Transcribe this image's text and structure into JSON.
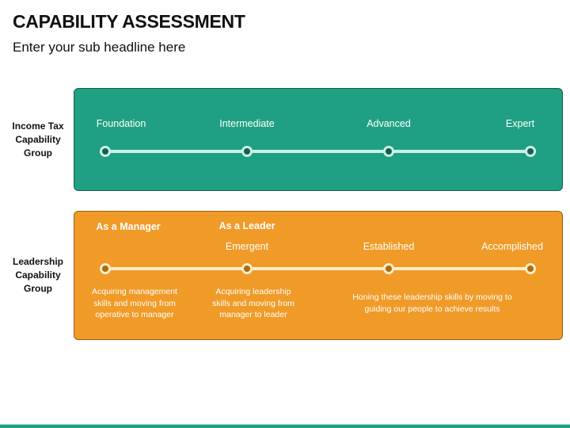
{
  "header": {
    "title": "CAPABILITY ASSESSMENT",
    "subtitle": "Enter your sub headline here"
  },
  "colors": {
    "teal": "#20a083",
    "orange": "#f09b28",
    "footer": "#20a083"
  },
  "income_tax_group": {
    "label_lines": [
      "Income Tax",
      "Capability",
      "Group"
    ],
    "levels": [
      "Foundation",
      "Intermediate",
      "Advanced",
      "Expert"
    ]
  },
  "leadership_group": {
    "label_lines": [
      "Leadership",
      "Capability",
      "Group"
    ],
    "roles": [
      "As a Manager",
      "As a Leader"
    ],
    "levels": [
      "Emergent",
      "Established",
      "Accomplished"
    ],
    "descriptions": [
      [
        "Acquiring management",
        "skills and moving from",
        "operative to manager"
      ],
      [
        "Acquiring leadership",
        "skills and moving from",
        "manager to leader"
      ],
      [
        "Honing these leadership skills by moving to",
        "guiding our people to achieve results"
      ]
    ]
  }
}
